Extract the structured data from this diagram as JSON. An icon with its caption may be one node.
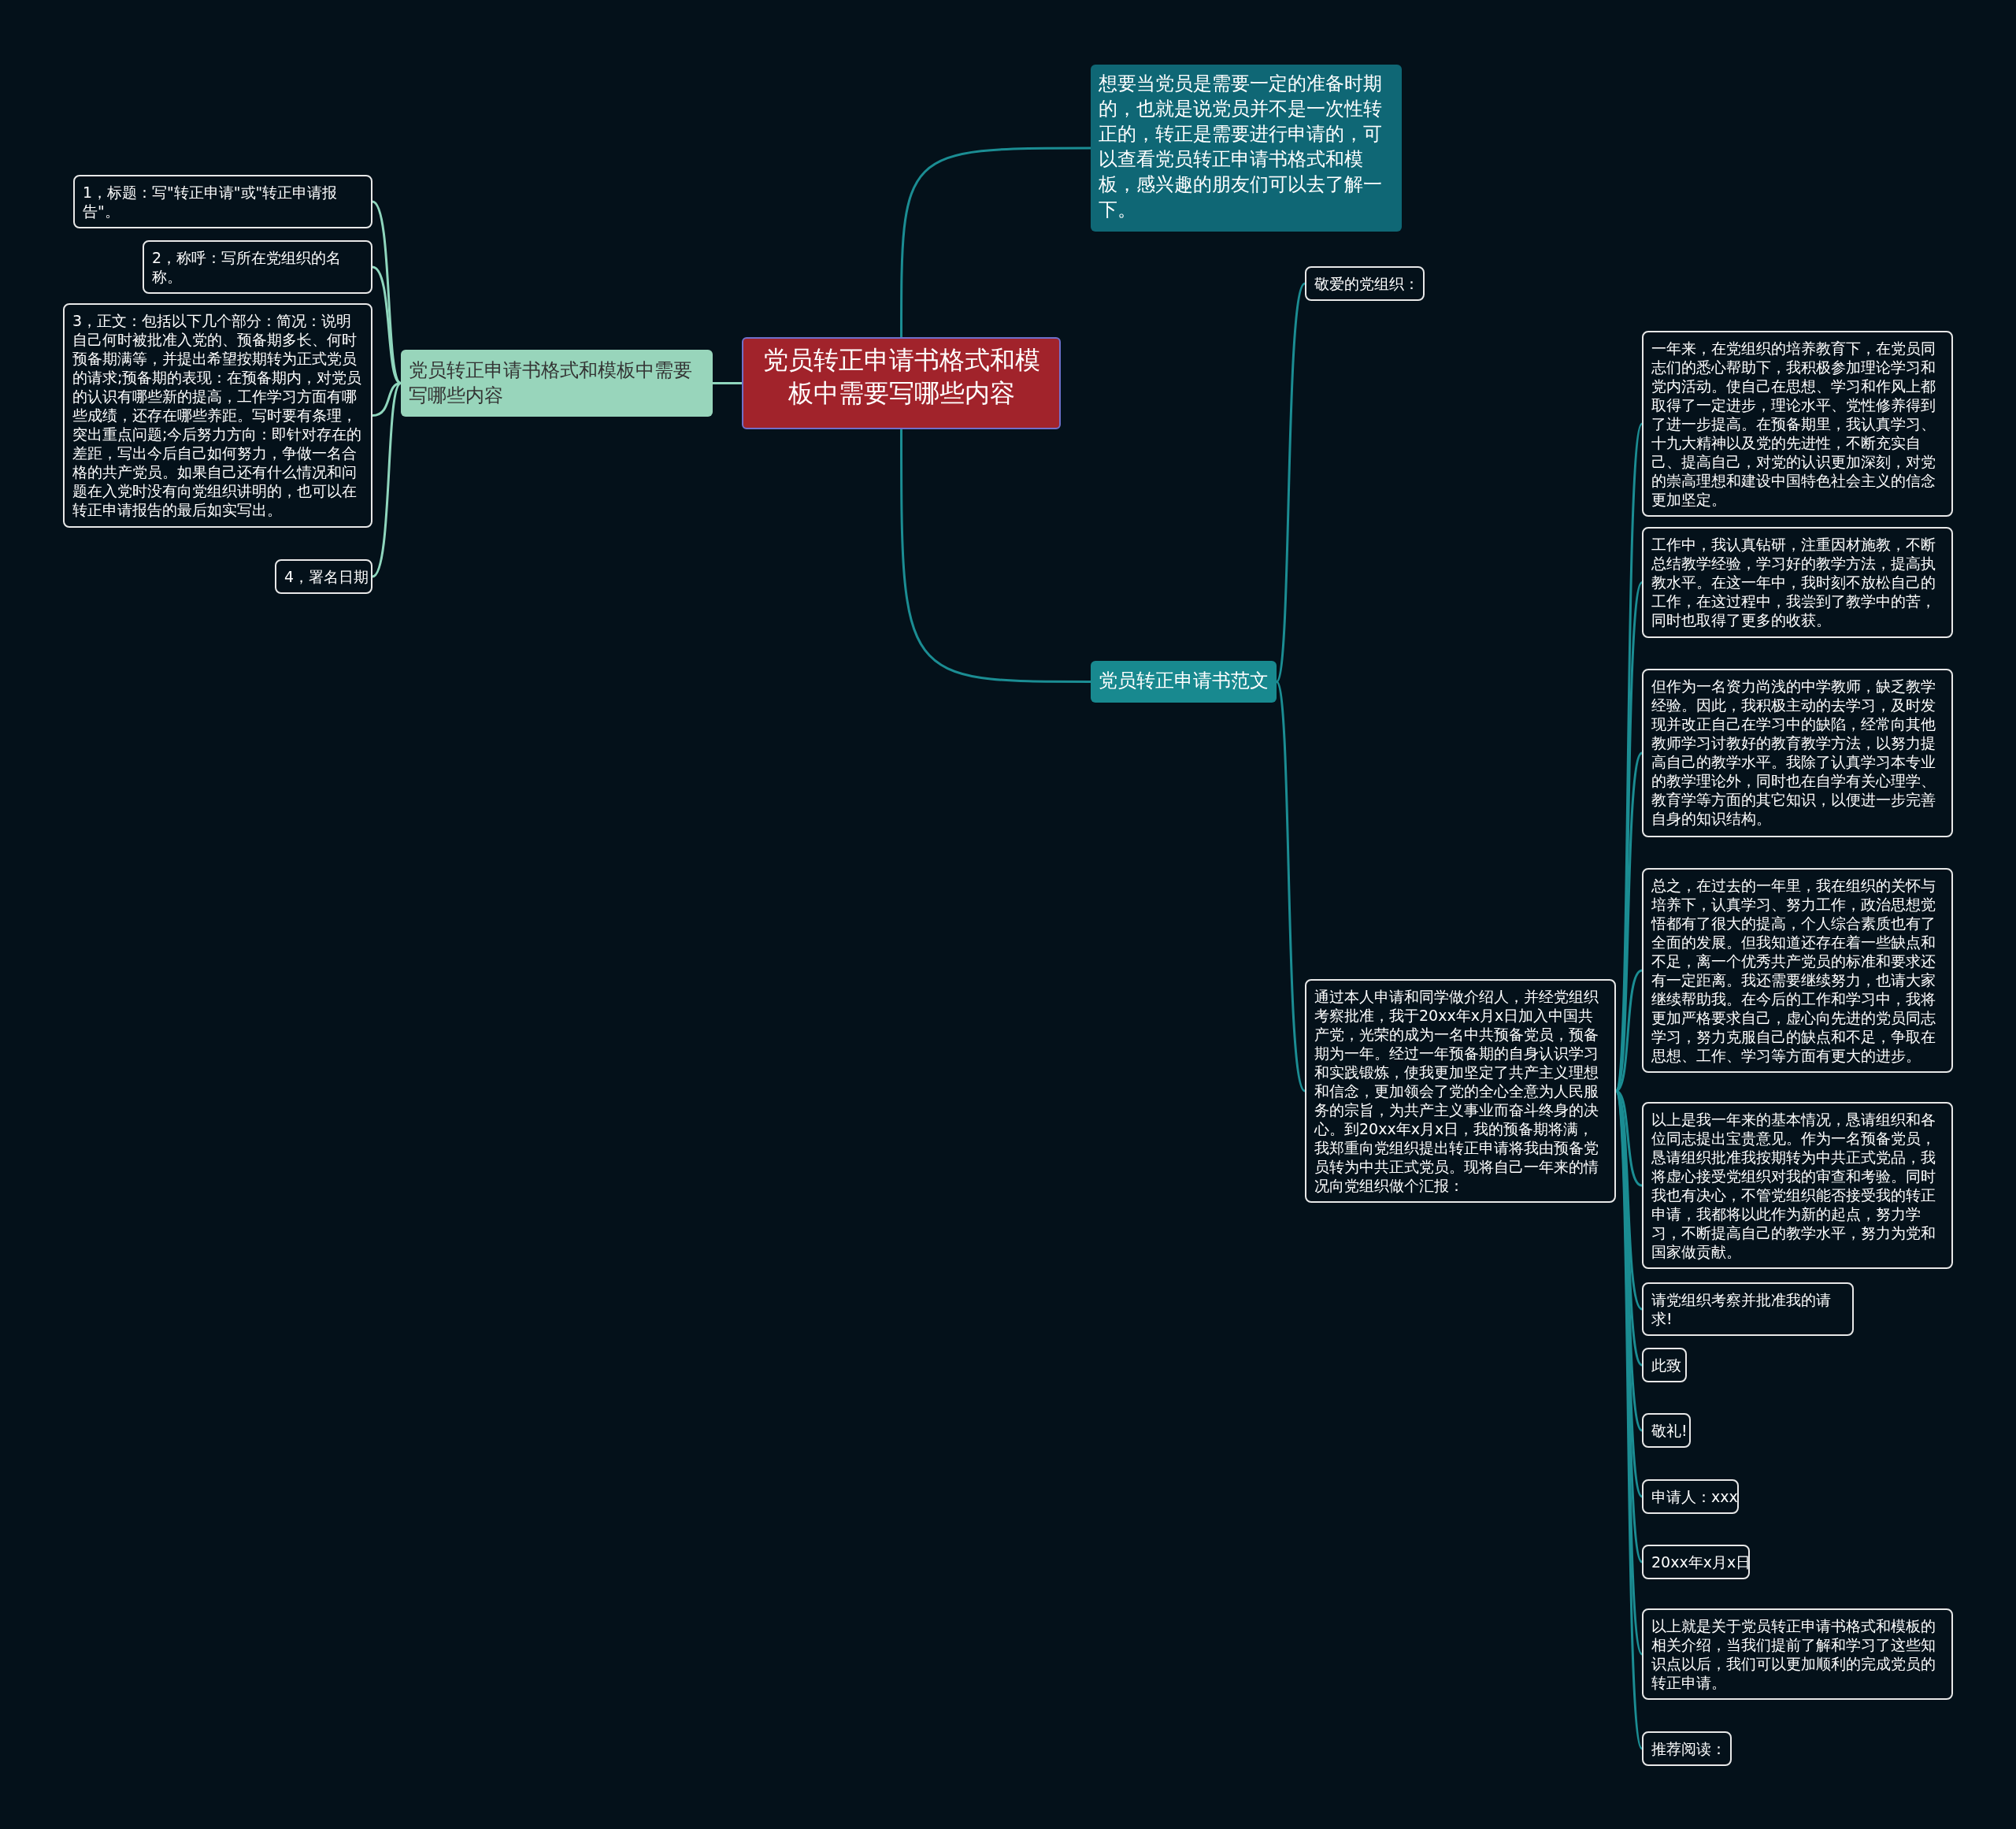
{
  "diagram": {
    "nodes": [
      {
        "text": [
          "党员转正申请书格式和模板中需要写哪些内容"
        ]
      },
      {
        "text": [
          "想要当党员是需要一定的准备时期的，也就是说党员并不是一次性转正的，转正是需要进行申请的，可以查看党员转正申请书格式和模板，感兴趣的朋友们可以去了解一下。"
        ]
      },
      {
        "text": [
          "党员转正申请书范文"
        ]
      },
      {
        "text": [
          "敬爱的党组织："
        ]
      },
      {
        "text": [
          "通过本人申请和同学做介绍人，并经党组织考察批准，我于20xx年x月x日加入中国共产党，光荣的成为一名中共预备党员，预备期为一年。经过一年预备期的自身认识学习和实践锻炼，使我更加坚定了共产主义理想和信念，更加领会了党的全心全意为人民服务的宗旨，为共产主义事业而奋斗终身的决心。到20xx年x月x日，我的预备期将满，我郑重向党组织提出转正申请将我由预备党员转为中共正式党员。现将自己一年来的情况向党组织做个汇报："
        ]
      },
      {
        "text": [
          "一年来，在党组织的培养教育下，在党员同志们的悉心帮助下，我积极参加理论学习和党内活动。使自己在思想、学习和作风上都取得了一定进步，理论水平、党性修养得到了进一步提高。在预备期里，我认真学习、十九大精神以及党的先进性，不断充实自己、提高自己，对党的认识更加深刻，对党的崇高理想和建设中国特色社会主义的信念更加坚定。"
        ]
      },
      {
        "text": [
          "工作中，我认真钻研，注重因材施教，不断总结教学经验，学习好的教学方法，提高执教水平。在这一年中，我时刻不放松自己的工作，在这过程中，我尝到了教学中的苦，同时也取得了更多的收获。"
        ]
      },
      {
        "text": [
          "但作为一名资力尚浅的中学教师，缺乏教学经验。因此，我积极主动的去学习，及时发现并改正自己在学习中的缺陷，经常向其他教师学习讨教好的教育教学方法，以努力提高自己的教学水平。我除了认真学习本专业的教学理论外，同时也在自学有关心理学、教育学等方面的其它知识，以便进一步完善自身的知识结构。"
        ]
      },
      {
        "text": [
          "总之，在过去的一年里，我在组织的关怀与培养下，认真学习、努力工作，政治思想觉悟都有了很大的提高，个人综合素质也有了全面的发展。但我知道还存在着一些缺点和不足，离一个优秀共产党员的标准和要求还有一定距离。我还需要继续努力，也请大家继续帮助我。在今后的工作和学习中，我将更加严格要求自己，虚心向先进的党员同志学习，努力克服自己的缺点和不足，争取在思想、工作、学习等方面有更大的进步。"
        ]
      },
      {
        "text": [
          "以上是我一年来的基本情况，恳请组织和各位同志提出宝贵意见。作为一名预备党员，恳请组织批准我按期转为中共正式党品，我将虚心接受党组织对我的审查和考验。同时我也有决心，不管党组织能否接受我的转正申请，我都将以此作为新的起点，努力学习，不断提高自己的教学水平，努力为党和国家做贡献。"
        ]
      },
      {
        "text": [
          "请党组织考察并批准我的请求!"
        ]
      },
      {
        "text": [
          "此致"
        ]
      },
      {
        "text": [
          "敬礼!"
        ]
      },
      {
        "text": [
          "申请人：xxx"
        ]
      },
      {
        "text": [
          "20xx年x月x日"
        ]
      },
      {
        "text": [
          "以上就是关于党员转正申请书格式和模板的相关介绍，当我们提前了解和学习了这些知识点以后，我们可以更加顺利的完成党员的转正申请。"
        ]
      },
      {
        "text": [
          "推荐阅读："
        ]
      },
      {
        "text": [
          "党员转正申请书格式和模板中需要写哪些内容"
        ]
      },
      {
        "text": [
          "1，标题：写\"转正申请\"或\"转正申请报告\"。"
        ]
      },
      {
        "text": [
          "2，称呼：写所在党组织的名称。"
        ]
      },
      {
        "text": [
          "3，正文：包括以下几个部分：简况：说明自己何时被批准入党的、预备期多长、何时预备期满等，并提出希望按期转为正式党员的请求;预备期的表现：在预备期内，对党员的认识有哪些新的提高，工作学习方面有哪些成绩，还存在哪些养距。写时要有条理，突出重点问题;今后努力方向：即针对存在的差距，写出今后自己如何努力，争做一名合格的共产党员。如果自己还有什么情况和问题在入党时没有向党组织讲明的，也可以在转正申请报告的最后如实写出。"
        ]
      },
      {
        "text": [
          "4，署名日期"
        ]
      }
    ],
    "edges": [
      {
        "from": 0,
        "to": 1,
        "arrow": "none"
      },
      {
        "from": 0,
        "to": 2,
        "arrow": "none"
      },
      {
        "from": 2,
        "to": 3,
        "arrow": "none"
      },
      {
        "from": 2,
        "to": 4,
        "arrow": "none"
      },
      {
        "from": 4,
        "to": 5,
        "arrow": "none"
      },
      {
        "from": 4,
        "to": 6,
        "arrow": "none"
      },
      {
        "from": 4,
        "to": 7,
        "arrow": "none"
      },
      {
        "from": 4,
        "to": 8,
        "arrow": "none"
      },
      {
        "from": 4,
        "to": 9,
        "arrow": "none"
      },
      {
        "from": 4,
        "to": 10,
        "arrow": "none"
      },
      {
        "from": 4,
        "to": 11,
        "arrow": "none"
      },
      {
        "from": 4,
        "to": 12,
        "arrow": "none"
      },
      {
        "from": 4,
        "to": 13,
        "arrow": "none"
      },
      {
        "from": 4,
        "to": 14,
        "arrow": "none"
      },
      {
        "from": 4,
        "to": 15,
        "arrow": "none"
      },
      {
        "from": 4,
        "to": 16,
        "arrow": "none"
      },
      {
        "from": 0,
        "to": 17,
        "arrow": "none",
        "color": "#8fd6bd"
      },
      {
        "from": 17,
        "to": 18,
        "arrow": "none",
        "color": "#8fd6bd"
      },
      {
        "from": 17,
        "to": 19,
        "arrow": "none",
        "color": "#8fd6bd"
      },
      {
        "from": 17,
        "to": 20,
        "arrow": "none",
        "color": "#8fd6bd"
      },
      {
        "from": 17,
        "to": 21,
        "arrow": "none",
        "color": "#8fd6bd"
      }
    ]
  }
}
